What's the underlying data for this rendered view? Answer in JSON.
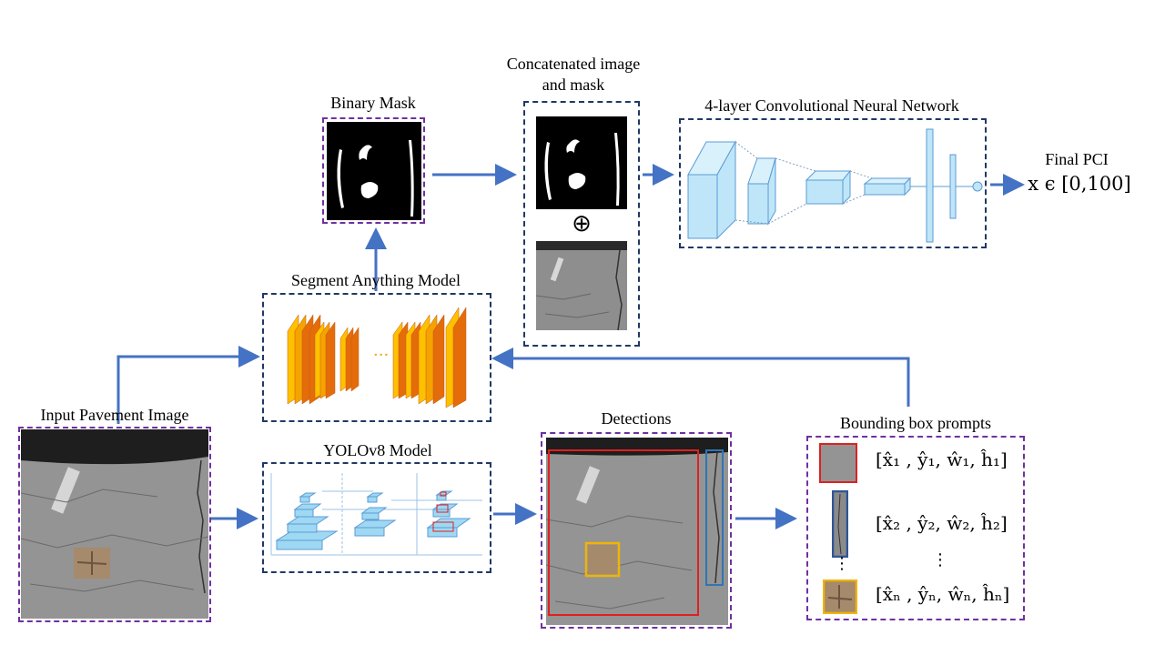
{
  "labels": {
    "binary_mask": "Binary Mask",
    "concat_line1": "Concatenated image",
    "concat_line2": "and mask",
    "cnn": "4-layer Convolutional Neural Network",
    "final_pci": "Final PCI",
    "pci_range": "x ϵ [0,100]",
    "sam": "Segment Anything Model",
    "input": "Input Pavement Image",
    "yolo": "YOLOv8 Model",
    "detections": "Detections",
    "bbox_prompts": "Bounding box prompts",
    "oplus": "⊕",
    "ellipsis": "⋮"
  },
  "bbox_prompts": [
    "[x̂₁ , ŷ₁, ŵ₁, ĥ₁]",
    "[x̂₂ , ŷ₂, ŵ₂, ĥ₂]",
    "[x̂ₙ , ŷₙ, ŵₙ, ĥₙ]"
  ],
  "colors": {
    "arrow": "#4472c4",
    "purple_border": "#7030a0",
    "navy_border": "#203864",
    "detect_red": "#e02020",
    "detect_blue": "#2e75b6",
    "detect_yellow": "#f0b400",
    "cnn_fill": "#bfe6f8",
    "sam_orange": "#e46c0a",
    "sam_yellow": "#ffc000"
  }
}
